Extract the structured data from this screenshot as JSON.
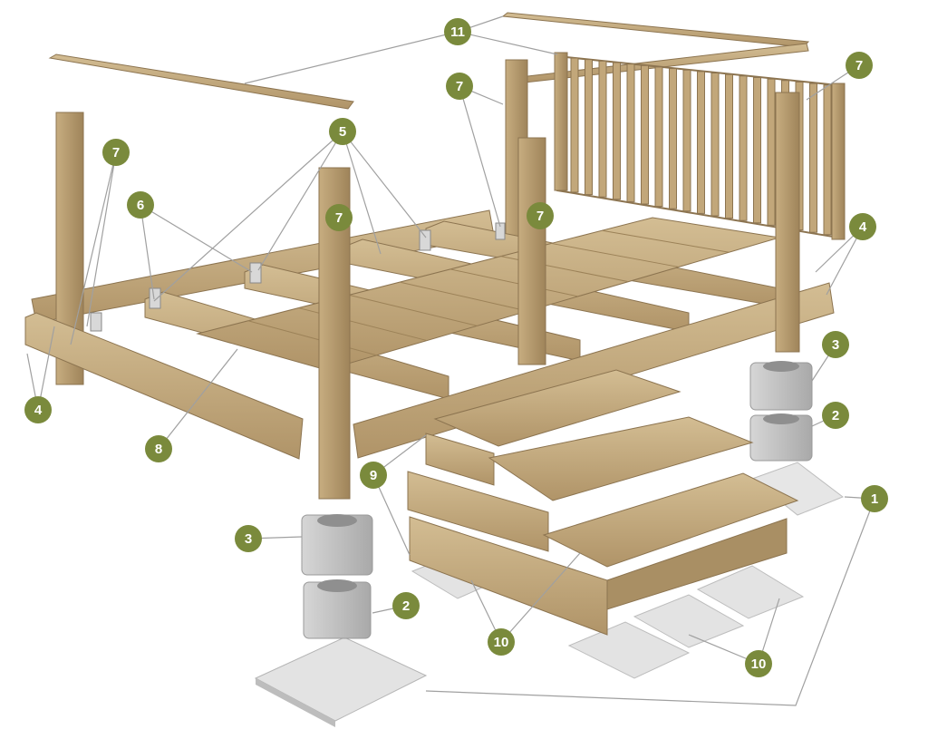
{
  "diagram": {
    "kind": "exploded-assembly",
    "colors": {
      "badge": "#7a8a3c",
      "badge_text": "#ffffff",
      "leader_line": "#9a9a9a",
      "wood": "#bfa478",
      "wood_dark": "#8c7450",
      "wood_light": "#d6c29a",
      "concrete": "#c9c9c9",
      "concrete_dark": "#9e9e9e",
      "pad": "#e2e2e2"
    },
    "callouts": [
      {
        "id": "c1",
        "label": "1"
      },
      {
        "id": "c2a",
        "label": "2"
      },
      {
        "id": "c2b",
        "label": "2"
      },
      {
        "id": "c3a",
        "label": "3"
      },
      {
        "id": "c3b",
        "label": "3"
      },
      {
        "id": "c4a",
        "label": "4"
      },
      {
        "id": "c4b",
        "label": "4"
      },
      {
        "id": "c5",
        "label": "5"
      },
      {
        "id": "c6",
        "label": "6"
      },
      {
        "id": "c7a",
        "label": "7"
      },
      {
        "id": "c7b",
        "label": "7"
      },
      {
        "id": "c7c",
        "label": "7"
      },
      {
        "id": "c7d",
        "label": "7"
      },
      {
        "id": "c7e",
        "label": "7"
      },
      {
        "id": "c8",
        "label": "8"
      },
      {
        "id": "c9",
        "label": "9"
      },
      {
        "id": "c10a",
        "label": "10"
      },
      {
        "id": "c10b",
        "label": "10"
      },
      {
        "id": "c11",
        "label": "11"
      }
    ]
  }
}
